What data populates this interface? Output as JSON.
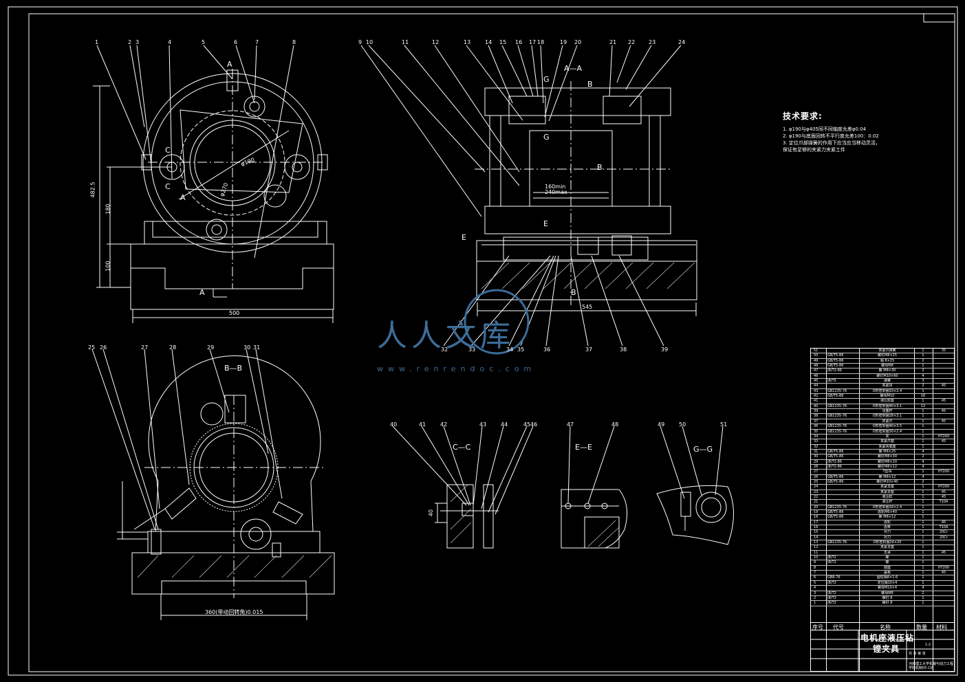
{
  "drawing": {
    "colors": {
      "line": "#ffffff",
      "background": "#000000",
      "watermark": "#3c6d9a",
      "hatch": "#dddddd"
    },
    "callouts_top_left": [
      "1",
      "2",
      "3",
      "4",
      "5",
      "6",
      "7",
      "8"
    ],
    "callouts_top_middle": [
      "9",
      "10",
      "11",
      "12",
      "13",
      "14",
      "15",
      "16",
      "17",
      "18",
      "19",
      "20"
    ],
    "callouts_top_right": [
      "21",
      "22",
      "23",
      "24"
    ],
    "callouts_mid_bottom": [
      "32",
      "33",
      "34",
      "35",
      "36",
      "37",
      "38",
      "39"
    ],
    "callouts_bottom_left": [
      "25",
      "26",
      "27",
      "28",
      "29",
      "30",
      "31"
    ],
    "callouts_details": [
      "40",
      "41",
      "42",
      "43",
      "44",
      "45",
      "46",
      "47",
      "48",
      "49",
      "50",
      "51"
    ],
    "section_labels": {
      "a": "A",
      "a_a": "A—A",
      "b": "B",
      "b_b": "B—B",
      "c": "C",
      "c_c": "C—C",
      "e": "E",
      "e_e": "E—E",
      "g": "G",
      "g_g": "G—G"
    },
    "dimensions": {
      "left_height_total": "482.5",
      "left_height_mid": "180",
      "left_height_low": "100",
      "left_width": "500",
      "phi_1": "φ190",
      "phi_2": "φ270",
      "stroke_min": "160min",
      "stroke_max": "240max",
      "right_width": "545",
      "bottom_width": "360(带动回转角)0.015",
      "detail_40": "40"
    }
  },
  "tech_requirements": {
    "title": "技术要求:",
    "lines": [
      "1. φ190与φ405同不同轴度允差φ0.04",
      "2. φ190与底面回转不平行度允差100：0.02",
      "3. 定位爪部弹簧的作用下应当应当移动灵活，",
      "   保证有足够的夹紧力夹紧工件"
    ]
  },
  "watermark": {
    "text": "人人文库",
    "subtext": "www.renrendoc.com"
  },
  "bom": {
    "header": [
      "序号",
      "代号",
      "名称",
      "数量",
      "材料"
    ],
    "rows": [
      [
        "51",
        "",
        "夹紧爪弹簧",
        "1",
        "35"
      ],
      [
        "50",
        "GB/T5-86",
        "螺钉M8×25",
        "1",
        ""
      ],
      [
        "49",
        "GB/T5-86",
        "销 8×25",
        "2",
        ""
      ],
      [
        "48",
        "GB/T5-86",
        "螺母M8",
        "1",
        ""
      ],
      [
        "47",
        "JB/T2-86",
        "螺 M8×30",
        "2",
        ""
      ],
      [
        "46",
        "",
        "螺钉M10×60",
        "4",
        ""
      ],
      [
        "45",
        "JB/T5",
        "弹簧",
        "3",
        ""
      ],
      [
        "44",
        "",
        "夹紧块",
        "2",
        "45"
      ],
      [
        "43",
        "GB1235-76",
        "O形密封圈10×2.4",
        "1",
        ""
      ],
      [
        "42",
        "GB/T5-86",
        "螺母M10",
        "16",
        ""
      ],
      [
        "41",
        "",
        "液压缸座",
        "1",
        "45"
      ],
      [
        "40",
        "GB1235-76",
        "O形密封圈40×3.1",
        "12",
        ""
      ],
      [
        "39",
        "",
        "活塞杆",
        "1",
        "45"
      ],
      [
        "38",
        "GB1235-76",
        "O形密封圈28×3.1",
        "1",
        ""
      ],
      [
        "37",
        "",
        "夹紧爪",
        "1",
        "45"
      ],
      [
        "36",
        "GB1235-76",
        "O形密封圈40×3.5",
        "1",
        ""
      ],
      [
        "35",
        "GB1235-76",
        "O形密封圈30×2.4",
        "1",
        ""
      ],
      [
        "34",
        "",
        "夹",
        "1",
        "HT200"
      ],
      [
        "33",
        "",
        "夹紧爪套",
        "1",
        "45"
      ],
      [
        "32",
        "",
        "夹紧块底座",
        "1",
        ""
      ],
      [
        "31",
        "GB/T5-86",
        "螺 M8×25",
        "4",
        ""
      ],
      [
        "30",
        "GB/T5-86",
        "螺钉M8×30",
        "2",
        ""
      ],
      [
        "29",
        "JB/T2-86",
        "螺钉M8×10",
        "4",
        ""
      ],
      [
        "28",
        "JB/T2-86",
        "螺钉M8×12",
        "4",
        ""
      ],
      [
        "27",
        "",
        "T型块",
        "1",
        "HT200"
      ],
      [
        "26",
        "GB/T5-86",
        "螺 M8×12",
        "4",
        ""
      ],
      [
        "25",
        "GB/T5-86",
        "螺钉M10×40",
        "2",
        ""
      ],
      [
        "24",
        "",
        "夹紧支座",
        "1",
        "HT200"
      ],
      [
        "23",
        "",
        "夹紧支座",
        "1",
        "45"
      ],
      [
        "22",
        "",
        "液压缸",
        "1",
        "45"
      ],
      [
        "21",
        "",
        "液压杆",
        "1",
        "T10A"
      ],
      [
        "20",
        "GB1235-76",
        "O形密封圈18×2.4",
        "1",
        ""
      ],
      [
        "19",
        "GB/T5-86",
        "齿轮M6×40",
        "1",
        ""
      ],
      [
        "18",
        "GB/T5-86",
        "螺 M8×12",
        "1",
        ""
      ],
      [
        "17",
        "",
        "齿轮",
        "1",
        "45"
      ],
      [
        "16",
        "",
        "齿条",
        "1",
        "T10A"
      ],
      [
        "15",
        "",
        "对刀",
        "1",
        "20Cr"
      ],
      [
        "14",
        "",
        "对刀",
        "1",
        "20Cr"
      ],
      [
        "13",
        "GB1235-76",
        "O形密封圈24×20",
        "1",
        ""
      ],
      [
        "12",
        "",
        "夹紧支座",
        "1",
        ""
      ],
      [
        "11",
        "",
        "支承",
        "1",
        "45"
      ],
      [
        "10",
        "JB/T2",
        "螺",
        "1",
        ""
      ],
      [
        "9",
        "JB/T2",
        "螺",
        "1",
        ""
      ],
      [
        "8",
        "",
        "底座",
        "1",
        "HT200"
      ],
      [
        "7",
        "",
        "盖板",
        "1",
        "45"
      ],
      [
        "6",
        "GB8-76",
        "圆柱销8×1.6",
        "1",
        ""
      ],
      [
        "5",
        "JB/T2",
        "定位销10×4",
        "1",
        ""
      ],
      [
        "4",
        "",
        "螺母M10×4",
        "4",
        ""
      ],
      [
        "3",
        "JB/T2",
        "螺母M8",
        "2",
        ""
      ],
      [
        "2",
        "JB/T2",
        "螺钉 8",
        "1",
        ""
      ],
      [
        "1",
        "JB/T2",
        "螺钉 8",
        "1",
        ""
      ]
    ]
  },
  "title_block": {
    "name_line1": "电机座液压钻",
    "name_line2": "镗夹具",
    "scale": "1:2",
    "sheet": "共 张 第 张",
    "school": "河南理工大学机械与动力工程学院机制05-1班"
  }
}
